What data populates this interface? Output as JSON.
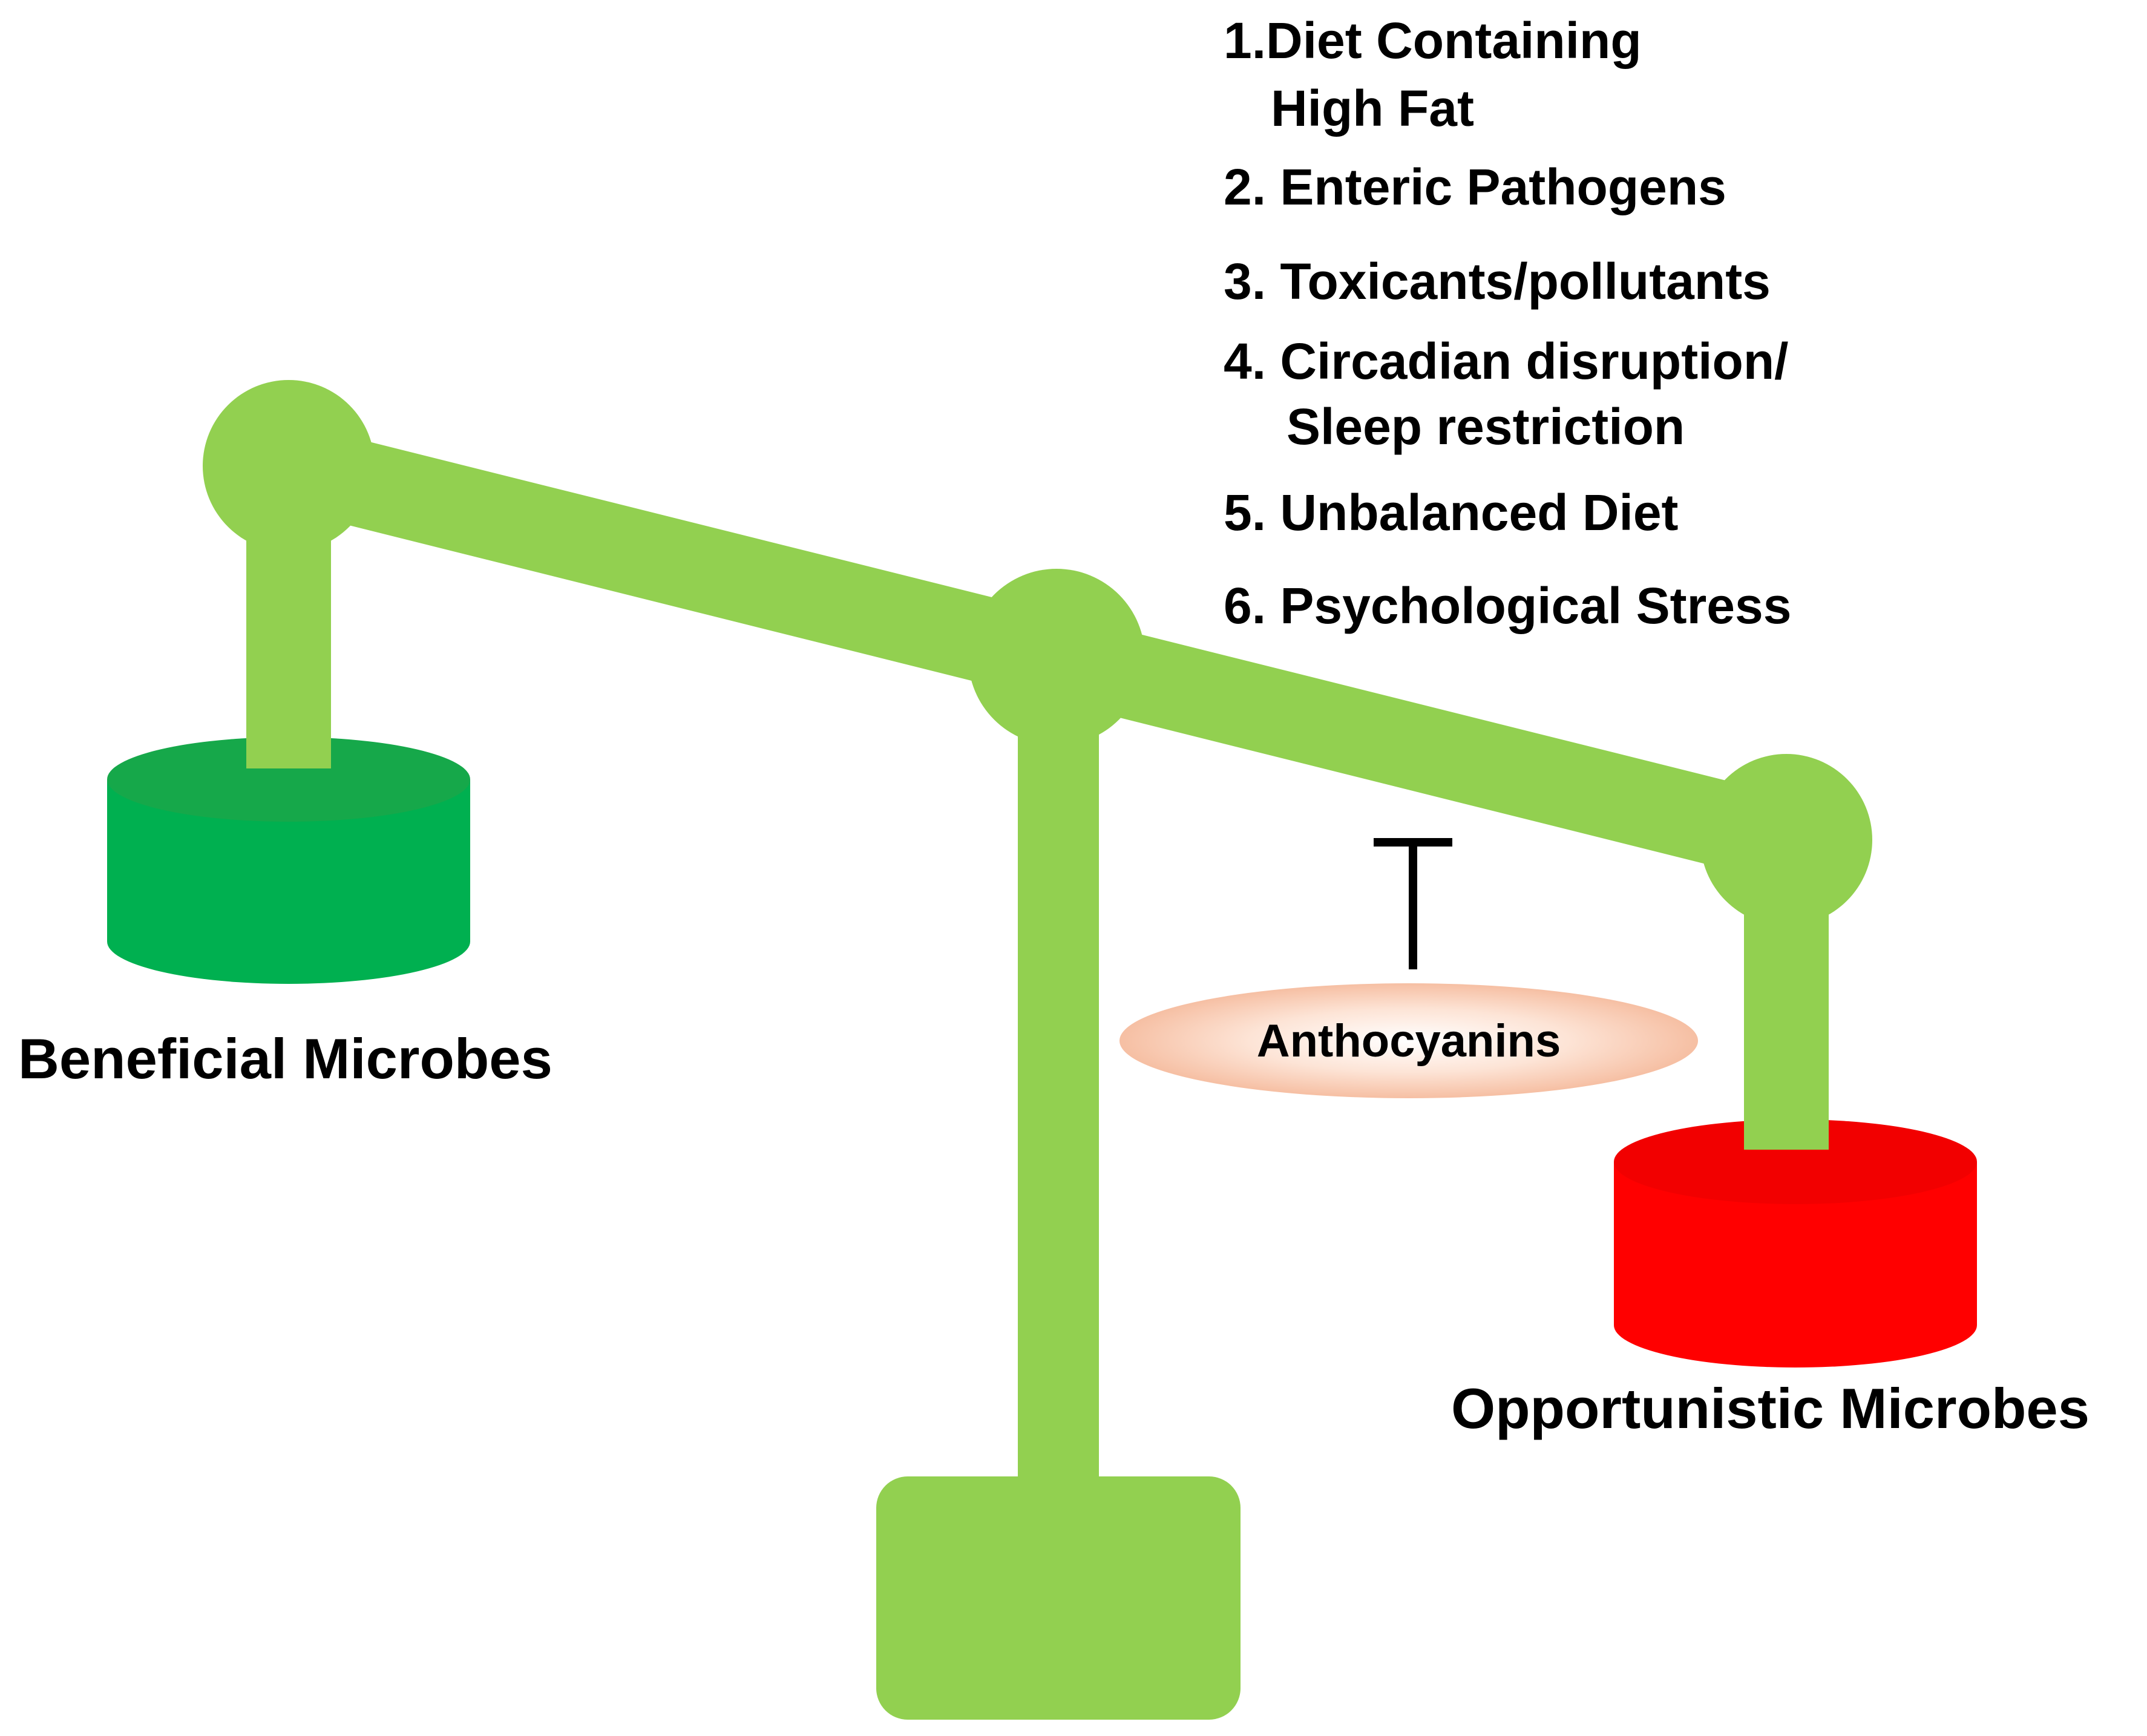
{
  "factors": [
    {
      "lines": [
        "1.Diet Containing",
        "High Fat"
      ]
    },
    {
      "lines": [
        "2. Enteric Pathogens"
      ]
    },
    {
      "lines": [
        "3. Toxicants/pollutants"
      ]
    },
    {
      "lines": [
        "4. Circadian disruption/",
        "Sleep restriction"
      ]
    },
    {
      "lines": [
        "5. Unbalanced Diet"
      ]
    },
    {
      "lines": [
        "6. Psychological Stress"
      ]
    }
  ],
  "labels": {
    "beneficial": "Beneficial Microbes",
    "opportunistic": "Opportunistic Microbes",
    "anthocyanins": "Anthocyanins"
  },
  "colors": {
    "scale": "#92d050",
    "beneficial_weight": "#00b050",
    "opportunistic_weight": "#ff0000",
    "anthocyanins_fill": "#fbd5c1",
    "inhibitor": "#000000"
  }
}
